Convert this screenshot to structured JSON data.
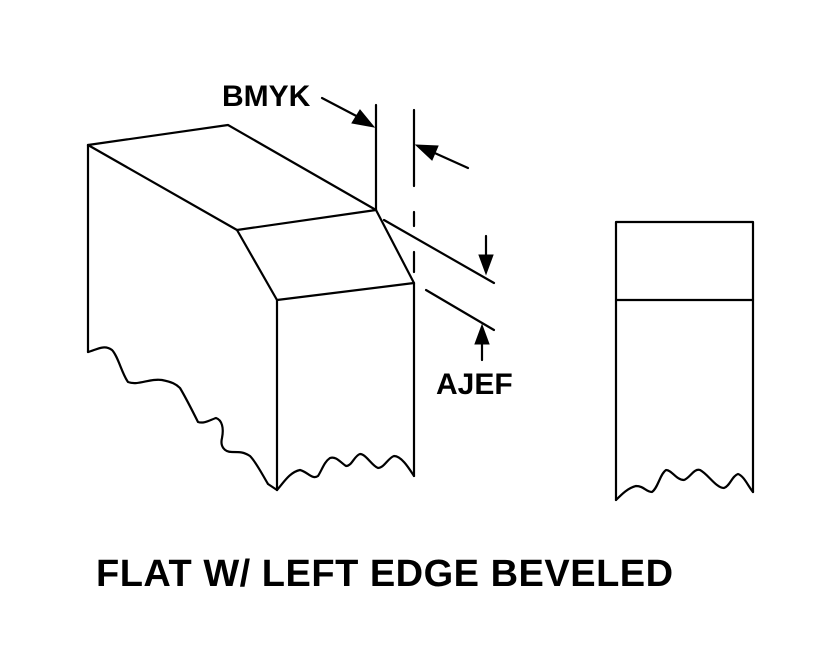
{
  "labels": {
    "width_dimension": "BMYK",
    "height_dimension": "AJEF"
  },
  "caption": "FLAT W/ LEFT EDGE BEVELED",
  "colors": {
    "line": "#000000",
    "background": "#ffffff"
  }
}
